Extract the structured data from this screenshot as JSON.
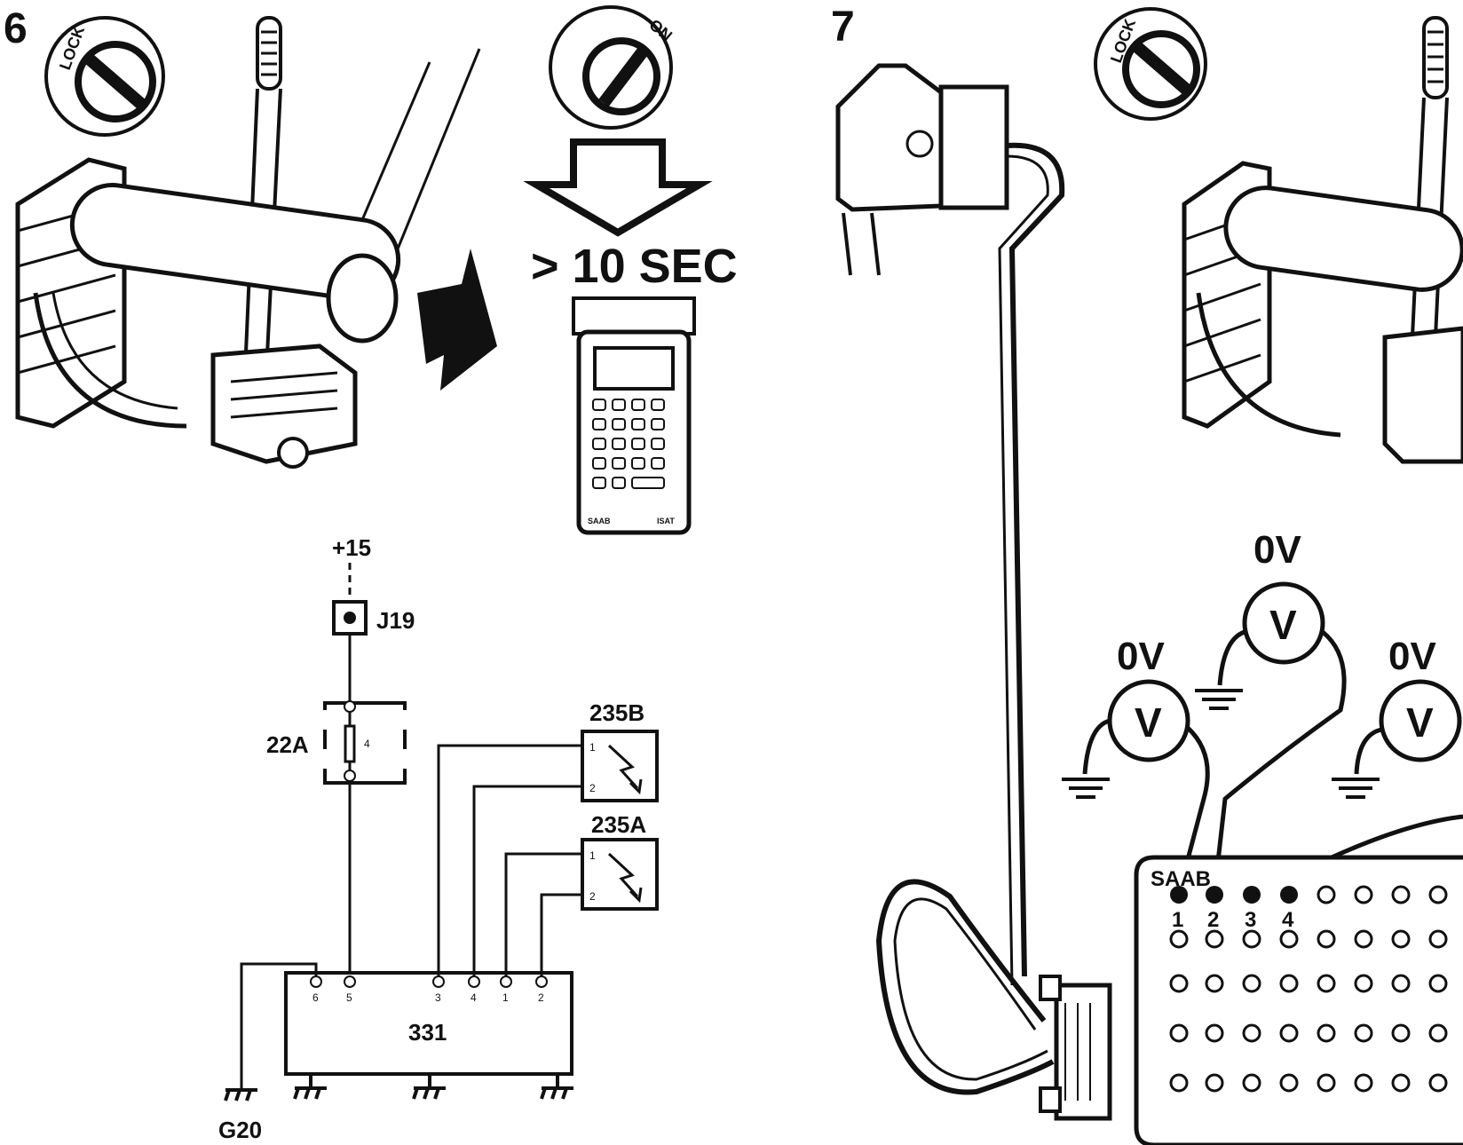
{
  "figure6": {
    "step_number": "6",
    "switch_lock_label": "LOCK",
    "switch_on_label": "ON",
    "duration_label": "> 10 SEC",
    "tester_labels": [
      "SAAB",
      "ISAT"
    ],
    "schematic": {
      "supply_label": "+15",
      "connector_label": "J19",
      "fuse_label": "22A",
      "fuse_pin": "4",
      "control_unit_label": "331",
      "ground_label": "G20",
      "sensor_b_label": "235B",
      "sensor_a_label": "235A",
      "sensor_pins": [
        "1",
        "2"
      ],
      "unit_pins": [
        "6",
        "5",
        "3",
        "4",
        "1",
        "2"
      ]
    }
  },
  "figure7": {
    "step_number": "7",
    "switch_lock_label": "LOCK",
    "breakout_brand": "SAAB",
    "meters": [
      {
        "reading": "0V",
        "symbol": "V"
      },
      {
        "reading": "0V",
        "symbol": "V"
      },
      {
        "reading": "0V",
        "symbol": "V"
      }
    ],
    "pin_numbers": [
      "1",
      "2",
      "3",
      "4"
    ]
  }
}
